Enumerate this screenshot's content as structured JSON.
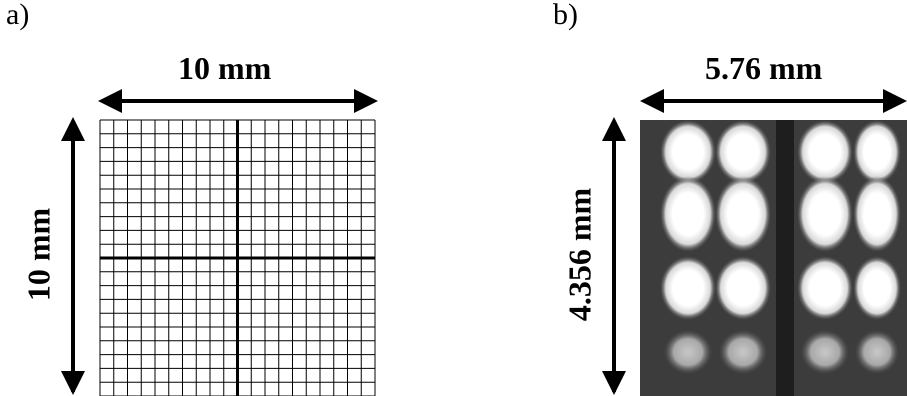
{
  "panel_a": {
    "label": "a)",
    "width_label": "10 mm",
    "height_label": "10 mm"
  },
  "panel_b": {
    "label": "b)",
    "width_label": "5.76 mm",
    "height_label": "4.356 mm"
  },
  "colors": {
    "ink": "#000000",
    "image_background": "#3a3a3a",
    "spot": "#ffffff"
  }
}
